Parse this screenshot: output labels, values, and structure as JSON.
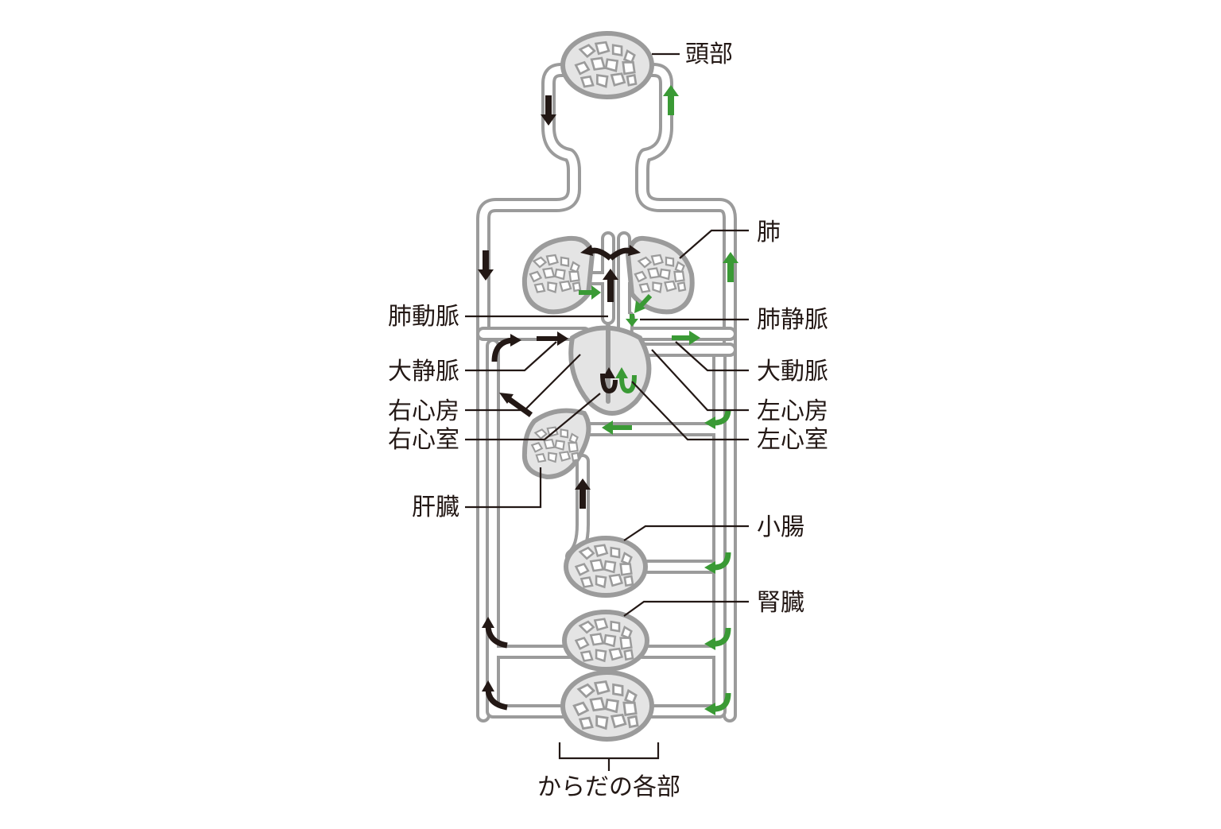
{
  "labels": {
    "head": "頭部",
    "lung": "肺",
    "pulmonary_artery": "肺動脈",
    "pulmonary_vein": "肺静脈",
    "vena_cava": "大静脈",
    "aorta": "大動脈",
    "right_atrium": "右心房",
    "left_atrium": "左心房",
    "right_ventricle": "右心室",
    "left_ventricle": "左心室",
    "liver": "肝臓",
    "small_intestine": "小腸",
    "kidney": "腎臓",
    "body_parts": "からだの各部"
  },
  "colors": {
    "vessel": "#9b9b9b",
    "organ_fill": "#e4e4e4",
    "deoxygenated_arrow": "#231815",
    "oxygenated_arrow": "#3a9a35",
    "text": "#231815"
  }
}
